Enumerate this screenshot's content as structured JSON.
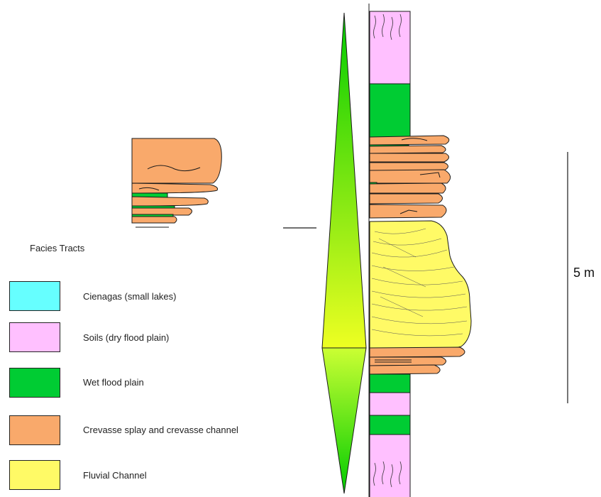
{
  "legend": {
    "title": "Facies Tracts",
    "items": [
      {
        "label": "Cienagas (small lakes)",
        "color": "#66ffff"
      },
      {
        "label": "Soils (dry flood plain)",
        "color": "#ffc0ff"
      },
      {
        "label": "Wet flood plain",
        "color": "#00cc33"
      },
      {
        "label": "Crevasse splay and crevasse channel",
        "color": "#f9a96b"
      },
      {
        "label": "Fluvial Channel",
        "color": "#fffa66"
      }
    ]
  },
  "scale_bar": {
    "label": "5 m"
  },
  "colors": {
    "outline": "#1a1a1a",
    "triangle_top": "#00cc00",
    "triangle_mid": "#eeff22",
    "triangle_bottom": "#ccff33"
  }
}
